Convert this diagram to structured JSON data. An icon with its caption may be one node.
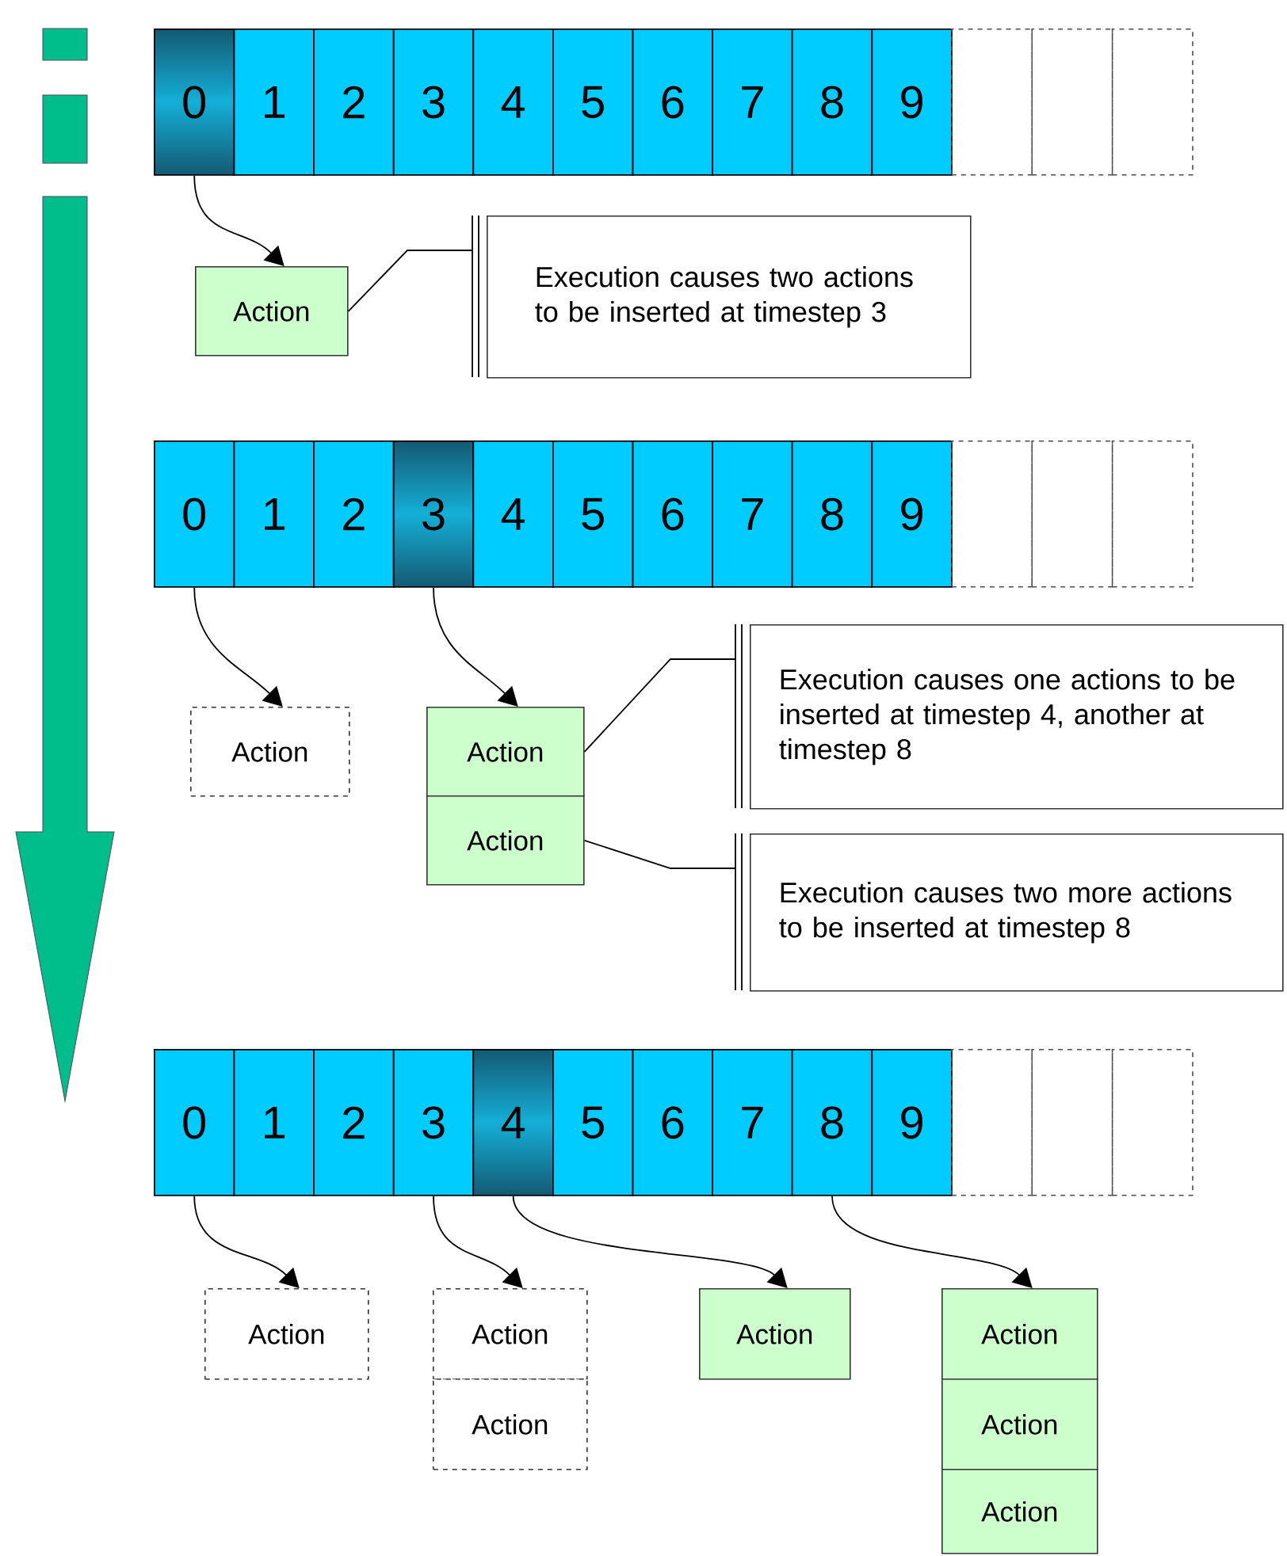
{
  "diagram": {
    "nodes": [
      {
        "text": [
          "0"
        ]
      },
      {
        "text": [
          "1"
        ]
      },
      {
        "text": [
          "2"
        ]
      },
      {
        "text": [
          "3"
        ]
      },
      {
        "text": [
          "4"
        ]
      },
      {
        "text": [
          "5"
        ]
      },
      {
        "text": [
          "6"
        ]
      },
      {
        "text": [
          "7"
        ]
      },
      {
        "text": [
          "8"
        ]
      },
      {
        "text": [
          "9"
        ]
      },
      {
        "text": [],
        "shape": "box"
      },
      {
        "text": [],
        "shape": "box"
      },
      {
        "text": [],
        "shape": "box"
      },
      {
        "text": [
          "Action"
        ]
      },
      {
        "text": [
          "Execution causes two actions to be inserted at timestep 3"
        ]
      },
      {
        "text": [
          "0"
        ]
      },
      {
        "text": [
          "1"
        ]
      },
      {
        "text": [
          "2"
        ]
      },
      {
        "text": [
          "3"
        ]
      },
      {
        "text": [
          "4"
        ]
      },
      {
        "text": [
          "5"
        ]
      },
      {
        "text": [
          "6"
        ]
      },
      {
        "text": [
          "7"
        ]
      },
      {
        "text": [
          "8"
        ]
      },
      {
        "text": [
          "9"
        ]
      },
      {
        "text": [],
        "shape": "box"
      },
      {
        "text": [],
        "shape": "box"
      },
      {
        "text": [],
        "shape": "box"
      },
      {
        "text": [
          "Action"
        ]
      },
      {
        "text": [
          "Action"
        ]
      },
      {
        "text": [
          "Action"
        ]
      },
      {
        "text": [
          "Execution causes one actions to be inserted at timestep 4, another at timestep 8"
        ]
      },
      {
        "text": [
          "Execution causes two more actions to be inserted at timestep 8"
        ]
      },
      {
        "text": [
          "0"
        ]
      },
      {
        "text": [
          "1"
        ]
      },
      {
        "text": [
          "2"
        ]
      },
      {
        "text": [
          "3"
        ]
      },
      {
        "text": [
          "4"
        ]
      },
      {
        "text": [
          "5"
        ]
      },
      {
        "text": [
          "6"
        ]
      },
      {
        "text": [
          "7"
        ]
      },
      {
        "text": [
          "8"
        ]
      },
      {
        "text": [
          "9"
        ]
      },
      {
        "text": [],
        "shape": "box"
      },
      {
        "text": [],
        "shape": "box"
      },
      {
        "text": [],
        "shape": "box"
      },
      {
        "text": [
          "Action"
        ]
      },
      {
        "text": [
          "Action"
        ]
      },
      {
        "text": [
          "Action"
        ]
      },
      {
        "text": [
          "Action"
        ]
      },
      {
        "text": [
          "Action"
        ]
      },
      {
        "text": [
          "Action"
        ]
      },
      {
        "text": [
          "Action"
        ]
      }
    ],
    "edges": [
      {
        "from": 0,
        "to": 13,
        "arrow": "to"
      },
      {
        "from": 13,
        "to": 14,
        "arrow": "none"
      },
      {
        "from": 15,
        "to": 28,
        "arrow": "to"
      },
      {
        "from": 18,
        "to": 29,
        "arrow": "to"
      },
      {
        "from": 29,
        "to": 31,
        "arrow": "none"
      },
      {
        "from": 30,
        "to": 32,
        "arrow": "none"
      },
      {
        "from": 33,
        "to": 46,
        "arrow": "to"
      },
      {
        "from": 36,
        "to": 47,
        "arrow": "to"
      },
      {
        "from": 37,
        "to": 49,
        "arrow": "to"
      },
      {
        "from": 41,
        "to": 50,
        "arrow": "to"
      }
    ]
  }
}
